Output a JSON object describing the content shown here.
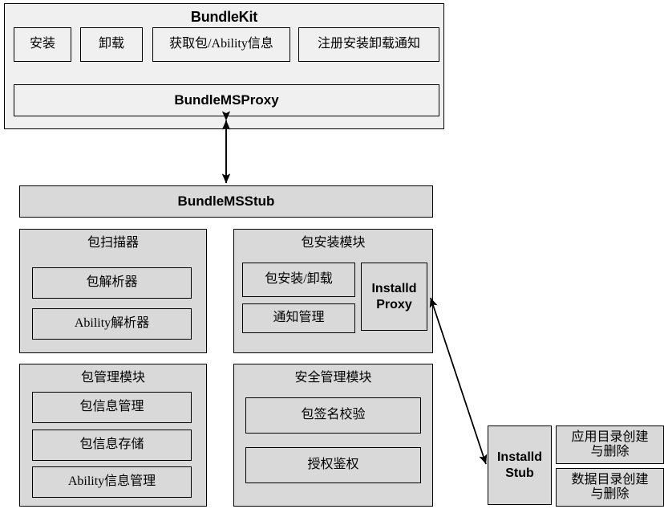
{
  "diagram": {
    "title_bundlekit": "BundleKit",
    "bundlekit": {
      "buttons": [
        {
          "label": "安装"
        },
        {
          "label": "卸载"
        },
        {
          "label": "获取包/Ability信息"
        },
        {
          "label": "注册安装卸载通知"
        }
      ],
      "proxy_label": "BundleMSProxy"
    },
    "stub_label": "BundleMSStub",
    "modules": [
      {
        "key": "scanner",
        "title": "包扫描器",
        "items": [
          {
            "label": "包解析器"
          },
          {
            "label": "Ability解析器"
          }
        ]
      },
      {
        "key": "installer",
        "title": "包安装模块",
        "items": [
          {
            "label": "包安装/卸载"
          },
          {
            "label": "通知管理"
          }
        ],
        "side_box": {
          "label": "Installd\nProxy"
        }
      },
      {
        "key": "manager",
        "title": "包管理模块",
        "items": [
          {
            "label": "包信息管理"
          },
          {
            "label": "包信息存储"
          },
          {
            "label": "Ability信息管理"
          }
        ]
      },
      {
        "key": "security",
        "title": "安全管理模块",
        "items": [
          {
            "label": "包签名校验"
          },
          {
            "label": "授权鉴权"
          }
        ]
      }
    ],
    "installd": {
      "stub_label": "Installd\nStub",
      "services": [
        {
          "label": "应用目录创建\n与删除"
        },
        {
          "label": "数据目录创建\n与删除"
        }
      ]
    },
    "colors": {
      "page_background": "#ffffff",
      "light_fill": "#f0f0f0",
      "gray_fill": "#d9d9d9",
      "border": "#000000",
      "arrow": "#000000"
    }
  }
}
